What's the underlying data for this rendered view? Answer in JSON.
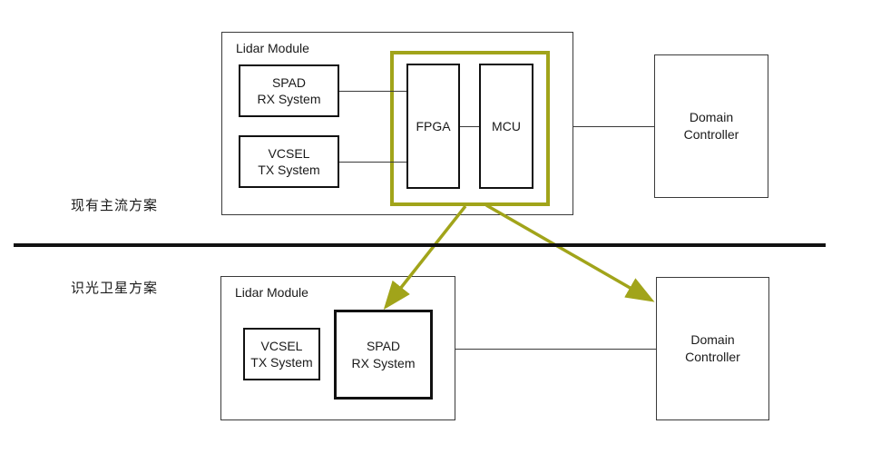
{
  "colors": {
    "highlight_olive": "#a1a41a"
  },
  "top_scheme": {
    "label": "现有主流方案",
    "lidar_module": {
      "title": "Lidar Module",
      "spad_rx": "SPAD\nRX System",
      "vcsel_tx": "VCSEL\nTX System",
      "fpga": "FPGA",
      "mcu": "MCU"
    },
    "domain_controller": "Domain\nController"
  },
  "bottom_scheme": {
    "label": "识光卫星方案",
    "lidar_module": {
      "title": "Lidar Module",
      "vcsel_tx": "VCSEL\nTX System",
      "spad_rx": "SPAD\nRX System"
    },
    "domain_controller": "Domain\nController"
  }
}
